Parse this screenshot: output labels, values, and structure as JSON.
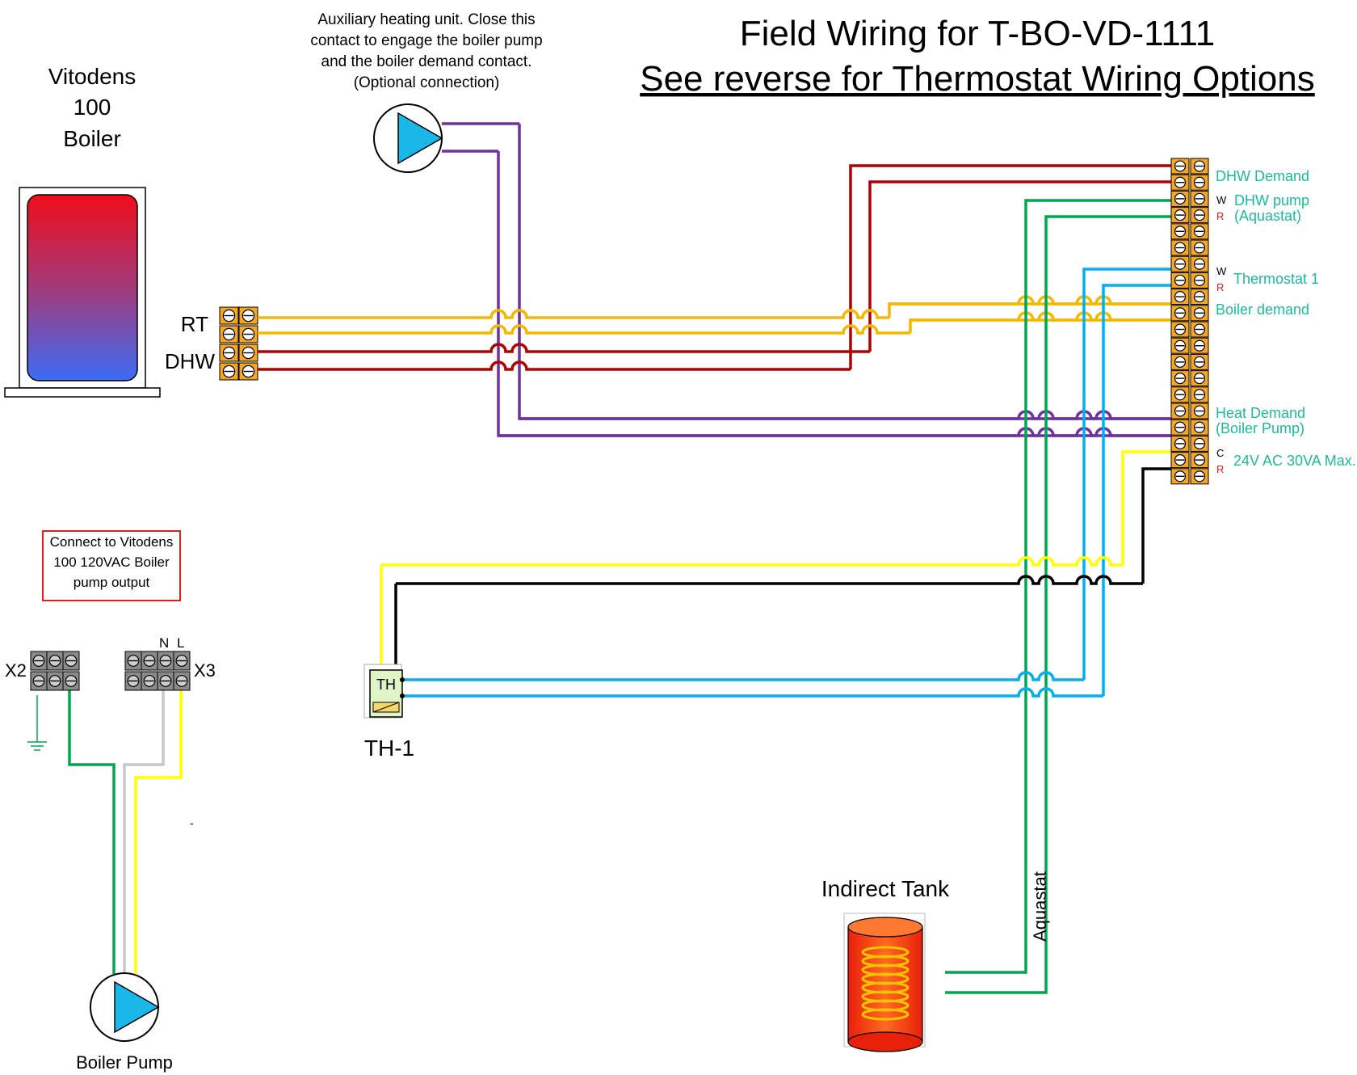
{
  "title": {
    "line1": "Field Wiring for T-BO-VD-1111",
    "line2": "See reverse for Thermostat Wiring Options"
  },
  "boiler": {
    "label_lines": [
      "Vitodens",
      "100",
      "Boiler"
    ],
    "terminals": [
      "RT",
      "DHW"
    ]
  },
  "aux_note": [
    "Auxiliary heating unit. Close this",
    "contact to engage the boiler pump",
    "and the boiler demand contact.",
    "(Optional connection)"
  ],
  "terminal_strip": {
    "labels": {
      "dhw_demand": "DHW Demand",
      "dhw_pump_1": "DHW pump",
      "dhw_pump_2": "(Aquastat)",
      "thermostat_1": "Thermostat 1",
      "boiler_demand": "Boiler demand",
      "heat_demand_1": "Heat Demand",
      "heat_demand_2": "(Boiler Pump)",
      "power": "24V AC 30VA Max."
    },
    "pin_marks": {
      "w1": "W",
      "r1": "R",
      "w2": "W",
      "r2": "R",
      "c": "C",
      "r3": "R"
    }
  },
  "pump_note": [
    "Connect to Vitodens",
    "100 120VAC Boiler",
    "pump output"
  ],
  "x_terminals": {
    "x2": "X2",
    "x3": "X3",
    "n": "N",
    "l": "L",
    "dash": "-"
  },
  "thermostat": {
    "inner": "TH",
    "label": "TH-1"
  },
  "tank": {
    "label": "Indirect Tank",
    "aquastat": "Aquastat"
  },
  "boiler_pump": {
    "label": "Boiler Pump"
  },
  "colors": {
    "red_wire": "#b30000",
    "orange_wire": "#f5b800",
    "purple_wire": "#7030a0",
    "green_wire": "#00a650",
    "blue_wire": "#00b0f0",
    "yellow_wire": "#ffff00",
    "black_wire": "#000000",
    "terminal_orange": "#f5a623",
    "teal_label": "#1abc9c",
    "pin_red": "#e02020"
  }
}
